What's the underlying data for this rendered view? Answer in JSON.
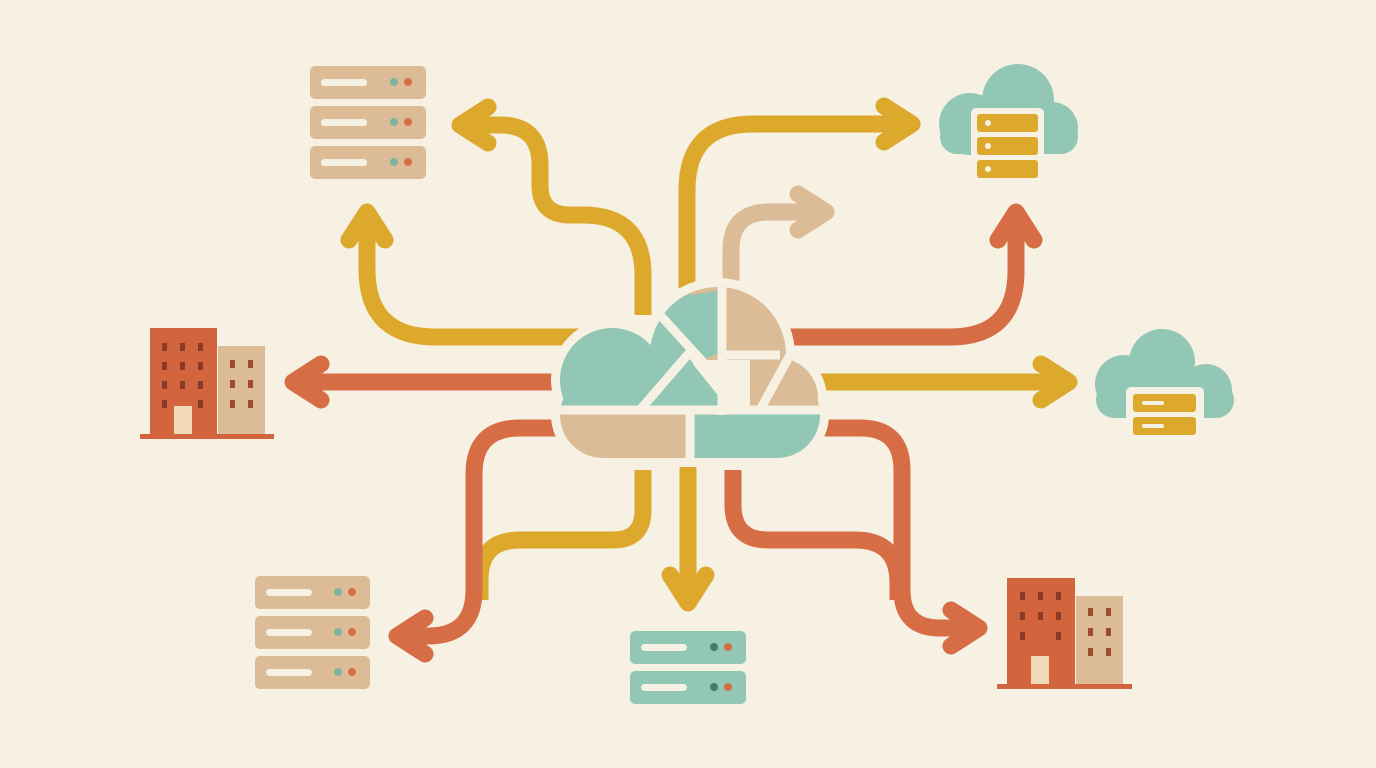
{
  "palette": {
    "background": "#f6f1e2",
    "mustard": "#dca92d",
    "terracotta": "#d66d45",
    "sand": "#dcbc96",
    "teal": "#91c7b4",
    "brick": "#d2643e",
    "outline": "#f6f1e2"
  },
  "hub": {
    "icon": "cloud-icon",
    "segment_colors": [
      "teal",
      "sand",
      "teal",
      "sand",
      "sand",
      "teal"
    ]
  },
  "nodes": [
    {
      "id": "server-rack-top-left",
      "icon": "server-rack-icon",
      "units": 3,
      "body_color": "sand"
    },
    {
      "id": "cloud-server-top-right",
      "icon": "cloud-server-icon",
      "units": 3,
      "cloud_color": "teal",
      "server_color": "mustard"
    },
    {
      "id": "building-left",
      "icon": "office-building-icon",
      "color": "brick"
    },
    {
      "id": "cloud-server-right",
      "icon": "cloud-server-icon",
      "units": 2,
      "cloud_color": "teal",
      "server_color": "mustard"
    },
    {
      "id": "server-rack-bottom-left",
      "icon": "server-rack-icon",
      "units": 3,
      "body_color": "sand"
    },
    {
      "id": "server-rack-bottom-center",
      "icon": "server-rack-icon",
      "units": 2,
      "body_color": "teal"
    },
    {
      "id": "building-bottom-right",
      "icon": "office-building-icon",
      "color": "brick"
    }
  ],
  "connectors": [
    {
      "id": "arrow-to-top-left-server",
      "color": "mustard"
    },
    {
      "id": "arrow-up-left",
      "color": "mustard"
    },
    {
      "id": "arrow-to-top-right-cloud",
      "color": "mustard"
    },
    {
      "id": "arrow-short-top-right",
      "color": "sand"
    },
    {
      "id": "arrow-up-right",
      "color": "terracotta"
    },
    {
      "id": "arrow-to-left-building",
      "color": "terracotta"
    },
    {
      "id": "arrow-to-right-cloud",
      "color": "mustard"
    },
    {
      "id": "arrow-to-bottom-left-server",
      "color": "terracotta"
    },
    {
      "id": "arrow-bottom-left-mustard",
      "color": "mustard"
    },
    {
      "id": "arrow-to-bottom-center-server",
      "color": "mustard"
    },
    {
      "id": "arrow-to-bottom-right-building",
      "color": "terracotta"
    },
    {
      "id": "arrow-bottom-right-inner",
      "color": "terracotta"
    }
  ]
}
